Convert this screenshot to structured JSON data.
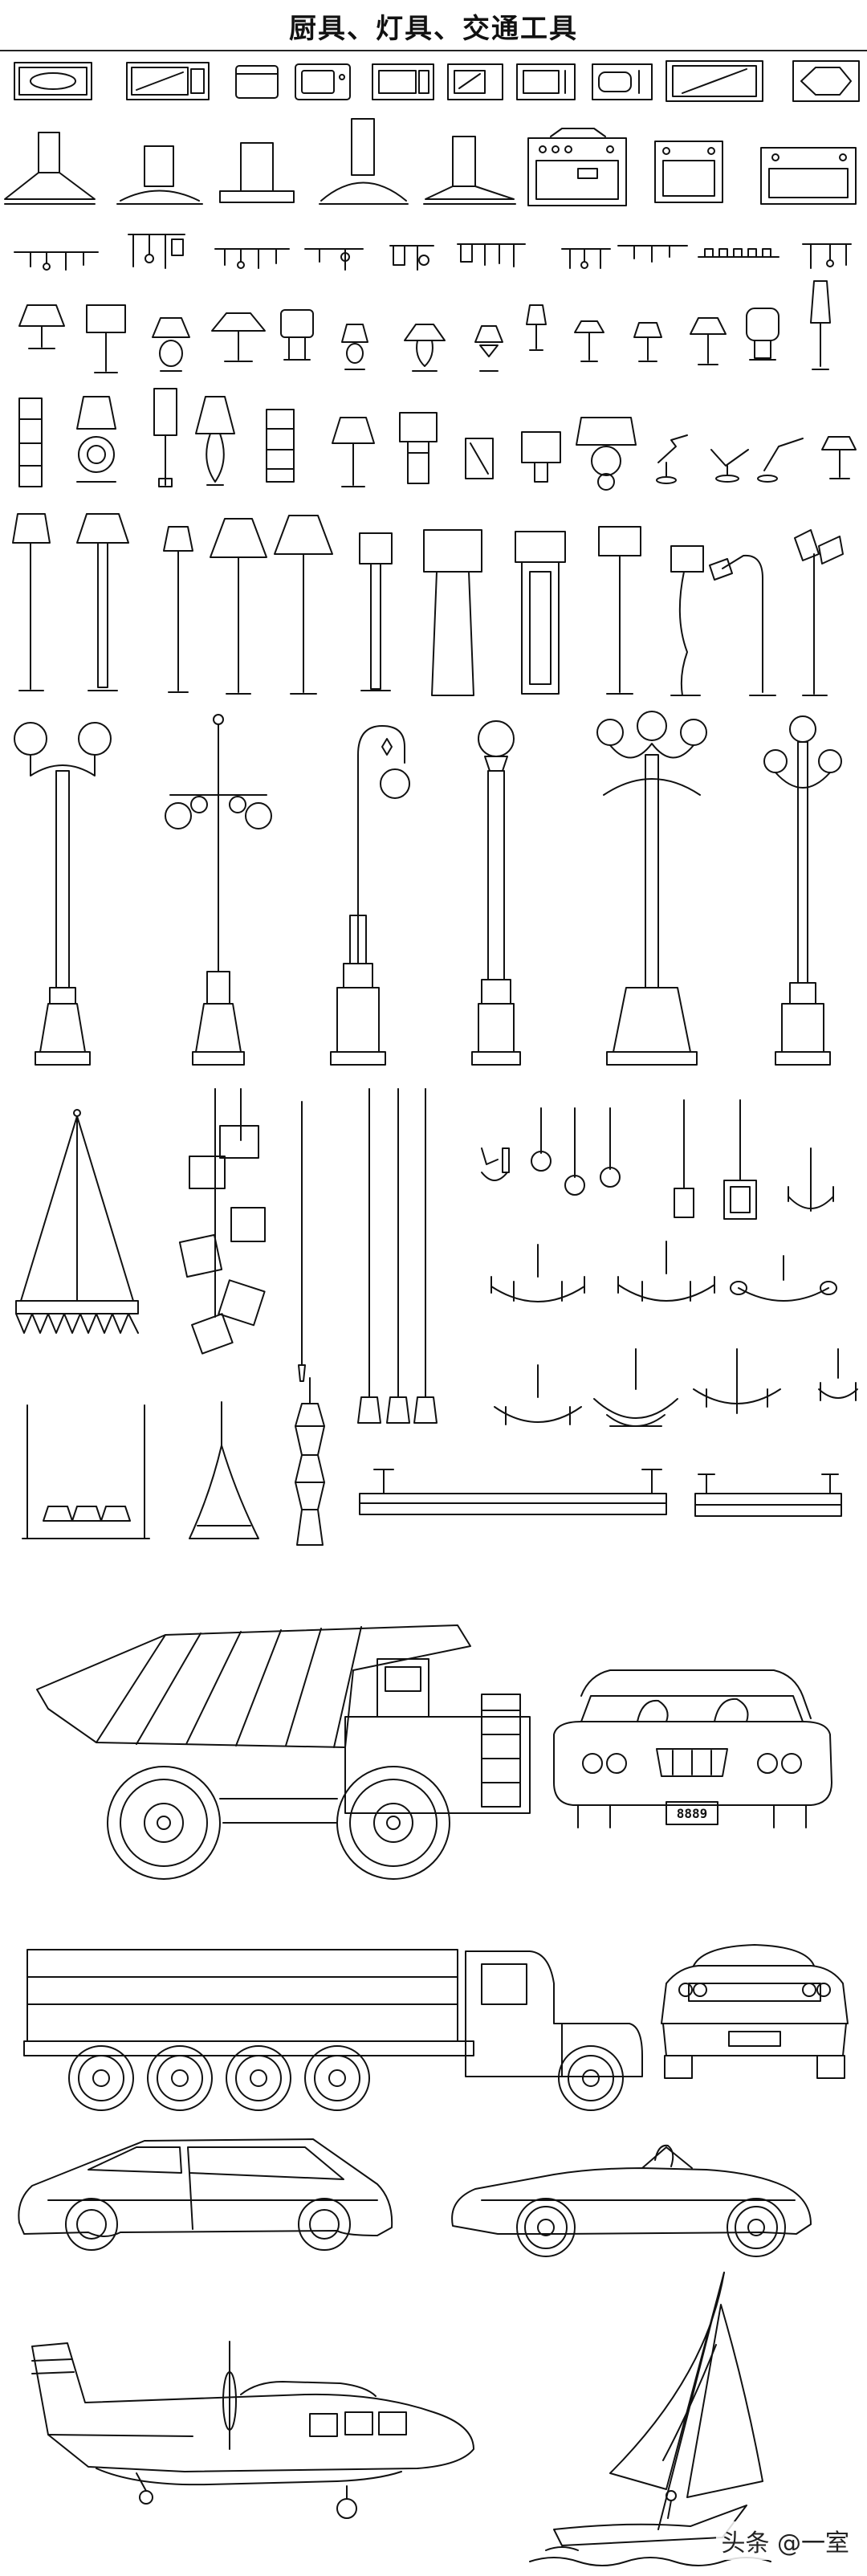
{
  "header": {
    "title": "厨具、灯具、交通工具"
  },
  "vehicles": {
    "car_plate": "8889"
  },
  "watermark": {
    "text": "头条 @一室"
  }
}
